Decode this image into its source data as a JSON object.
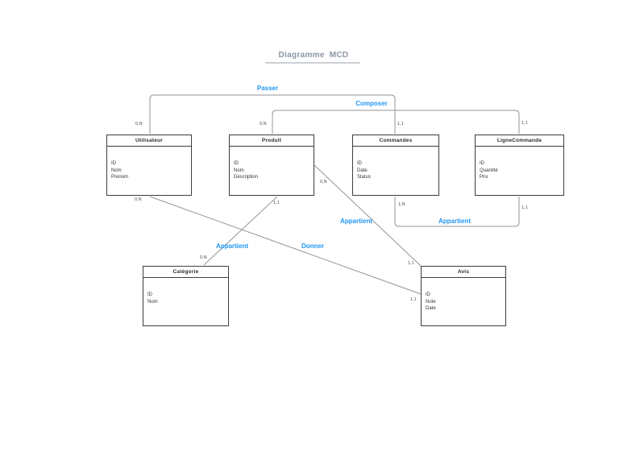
{
  "title": {
    "text": "Diagramme MCD",
    "color": "#8a96a3"
  },
  "colors": {
    "relation_label": "#2196f3",
    "connector_line": "#949494",
    "box_border": "#3d3d3d",
    "background": "#ffffff"
  },
  "entities": [
    {
      "name": "Utilisateur",
      "fields": [
        "ID",
        "Nom",
        "Prenom"
      ]
    },
    {
      "name": "Produit",
      "fields": [
        "ID",
        "Nom",
        "Description"
      ]
    },
    {
      "name": "Commandes",
      "fields": [
        "ID",
        "Date",
        "Status"
      ]
    },
    {
      "name": "LigneCommande",
      "fields": [
        "ID",
        "Quantité",
        "Prix"
      ]
    },
    {
      "name": "Catégorie",
      "fields": [
        "ID",
        "Nom"
      ]
    },
    {
      "name": "Avis",
      "fields": [
        "ID",
        "Note",
        "Date"
      ]
    }
  ],
  "relations": [
    {
      "name": "Passer",
      "from": "Utilisateur",
      "to": "Commandes",
      "from_card": "0,N",
      "to_card": "1,1"
    },
    {
      "name": "Composer",
      "from": "Produit",
      "to": "LigneCommande",
      "from_card": "0,N",
      "to_card": "1,1"
    },
    {
      "name": "Appartient",
      "from": "Commandes",
      "to": "LigneCommande",
      "from_card": "1,N",
      "to_card": "1,1"
    },
    {
      "name": "Appartient",
      "from": "Produit",
      "to": "Avis",
      "from_card": "0,N",
      "to_card": "1,1"
    },
    {
      "name": "Donner",
      "from": "Utilisateur",
      "to": "Avis",
      "from_card": "0,N",
      "to_card": "1,1"
    },
    {
      "name": "Appartient",
      "from": "Produit",
      "to": "Catégorie",
      "from_card": "1,1",
      "to_card": "0,N"
    }
  ]
}
